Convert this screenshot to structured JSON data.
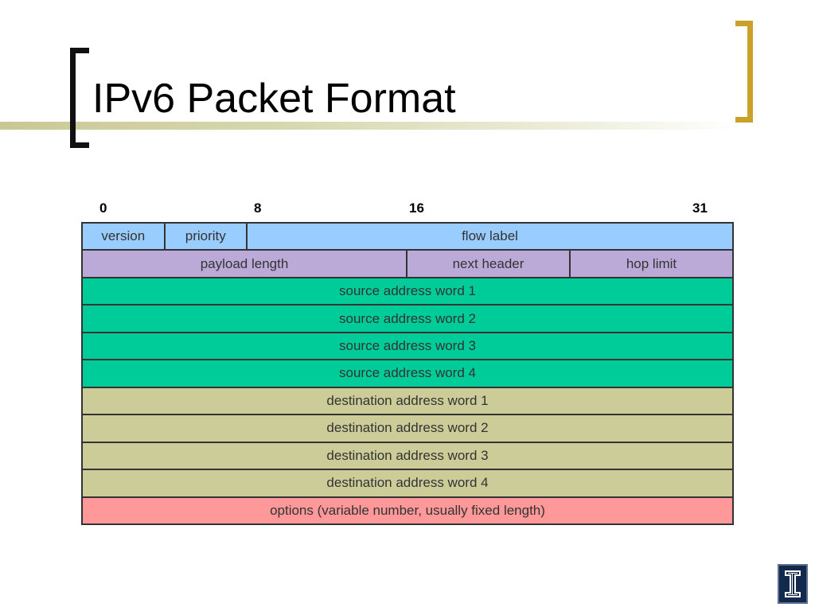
{
  "slide": {
    "title": "IPv6 Packet Format"
  },
  "bit_positions": [
    "0",
    "8",
    "16",
    "31"
  ],
  "rows": [
    [
      {
        "label": "version",
        "span": 4,
        "color": "#99ccff"
      },
      {
        "label": "priority",
        "span": 4,
        "color": "#99ccff"
      },
      {
        "label": "flow label",
        "span": 24,
        "color": "#99ccff"
      }
    ],
    [
      {
        "label": "payload length",
        "span": 16,
        "color": "#bbaad8"
      },
      {
        "label": "next header",
        "span": 8,
        "color": "#bbaad8"
      },
      {
        "label": "hop limit",
        "span": 8,
        "color": "#bbaad8"
      }
    ],
    [
      {
        "label": "source address word 1",
        "span": 32,
        "color": "#00cc99"
      }
    ],
    [
      {
        "label": "source address word 2",
        "span": 32,
        "color": "#00cc99"
      }
    ],
    [
      {
        "label": "source address word 3",
        "span": 32,
        "color": "#00cc99"
      }
    ],
    [
      {
        "label": "source address word 4",
        "span": 32,
        "color": "#00cc99"
      }
    ],
    [
      {
        "label": "destination address word 1",
        "span": 32,
        "color": "#cccc99"
      }
    ],
    [
      {
        "label": "destination address word 2",
        "span": 32,
        "color": "#cccc99"
      }
    ],
    [
      {
        "label": "destination address word 3",
        "span": 32,
        "color": "#cccc99"
      }
    ],
    [
      {
        "label": "destination address word 4",
        "span": 32,
        "color": "#cccc99"
      }
    ],
    [
      {
        "label": "options (variable number, usually fixed length)",
        "span": 32,
        "color": "#ff9999"
      }
    ]
  ],
  "colors": {
    "bracket_left": "#111111",
    "bracket_right": "#c9a227",
    "logo_background": "#13294b",
    "logo_mark": "#ffffff"
  },
  "icons": {
    "logo": "university-block-i-logo"
  }
}
